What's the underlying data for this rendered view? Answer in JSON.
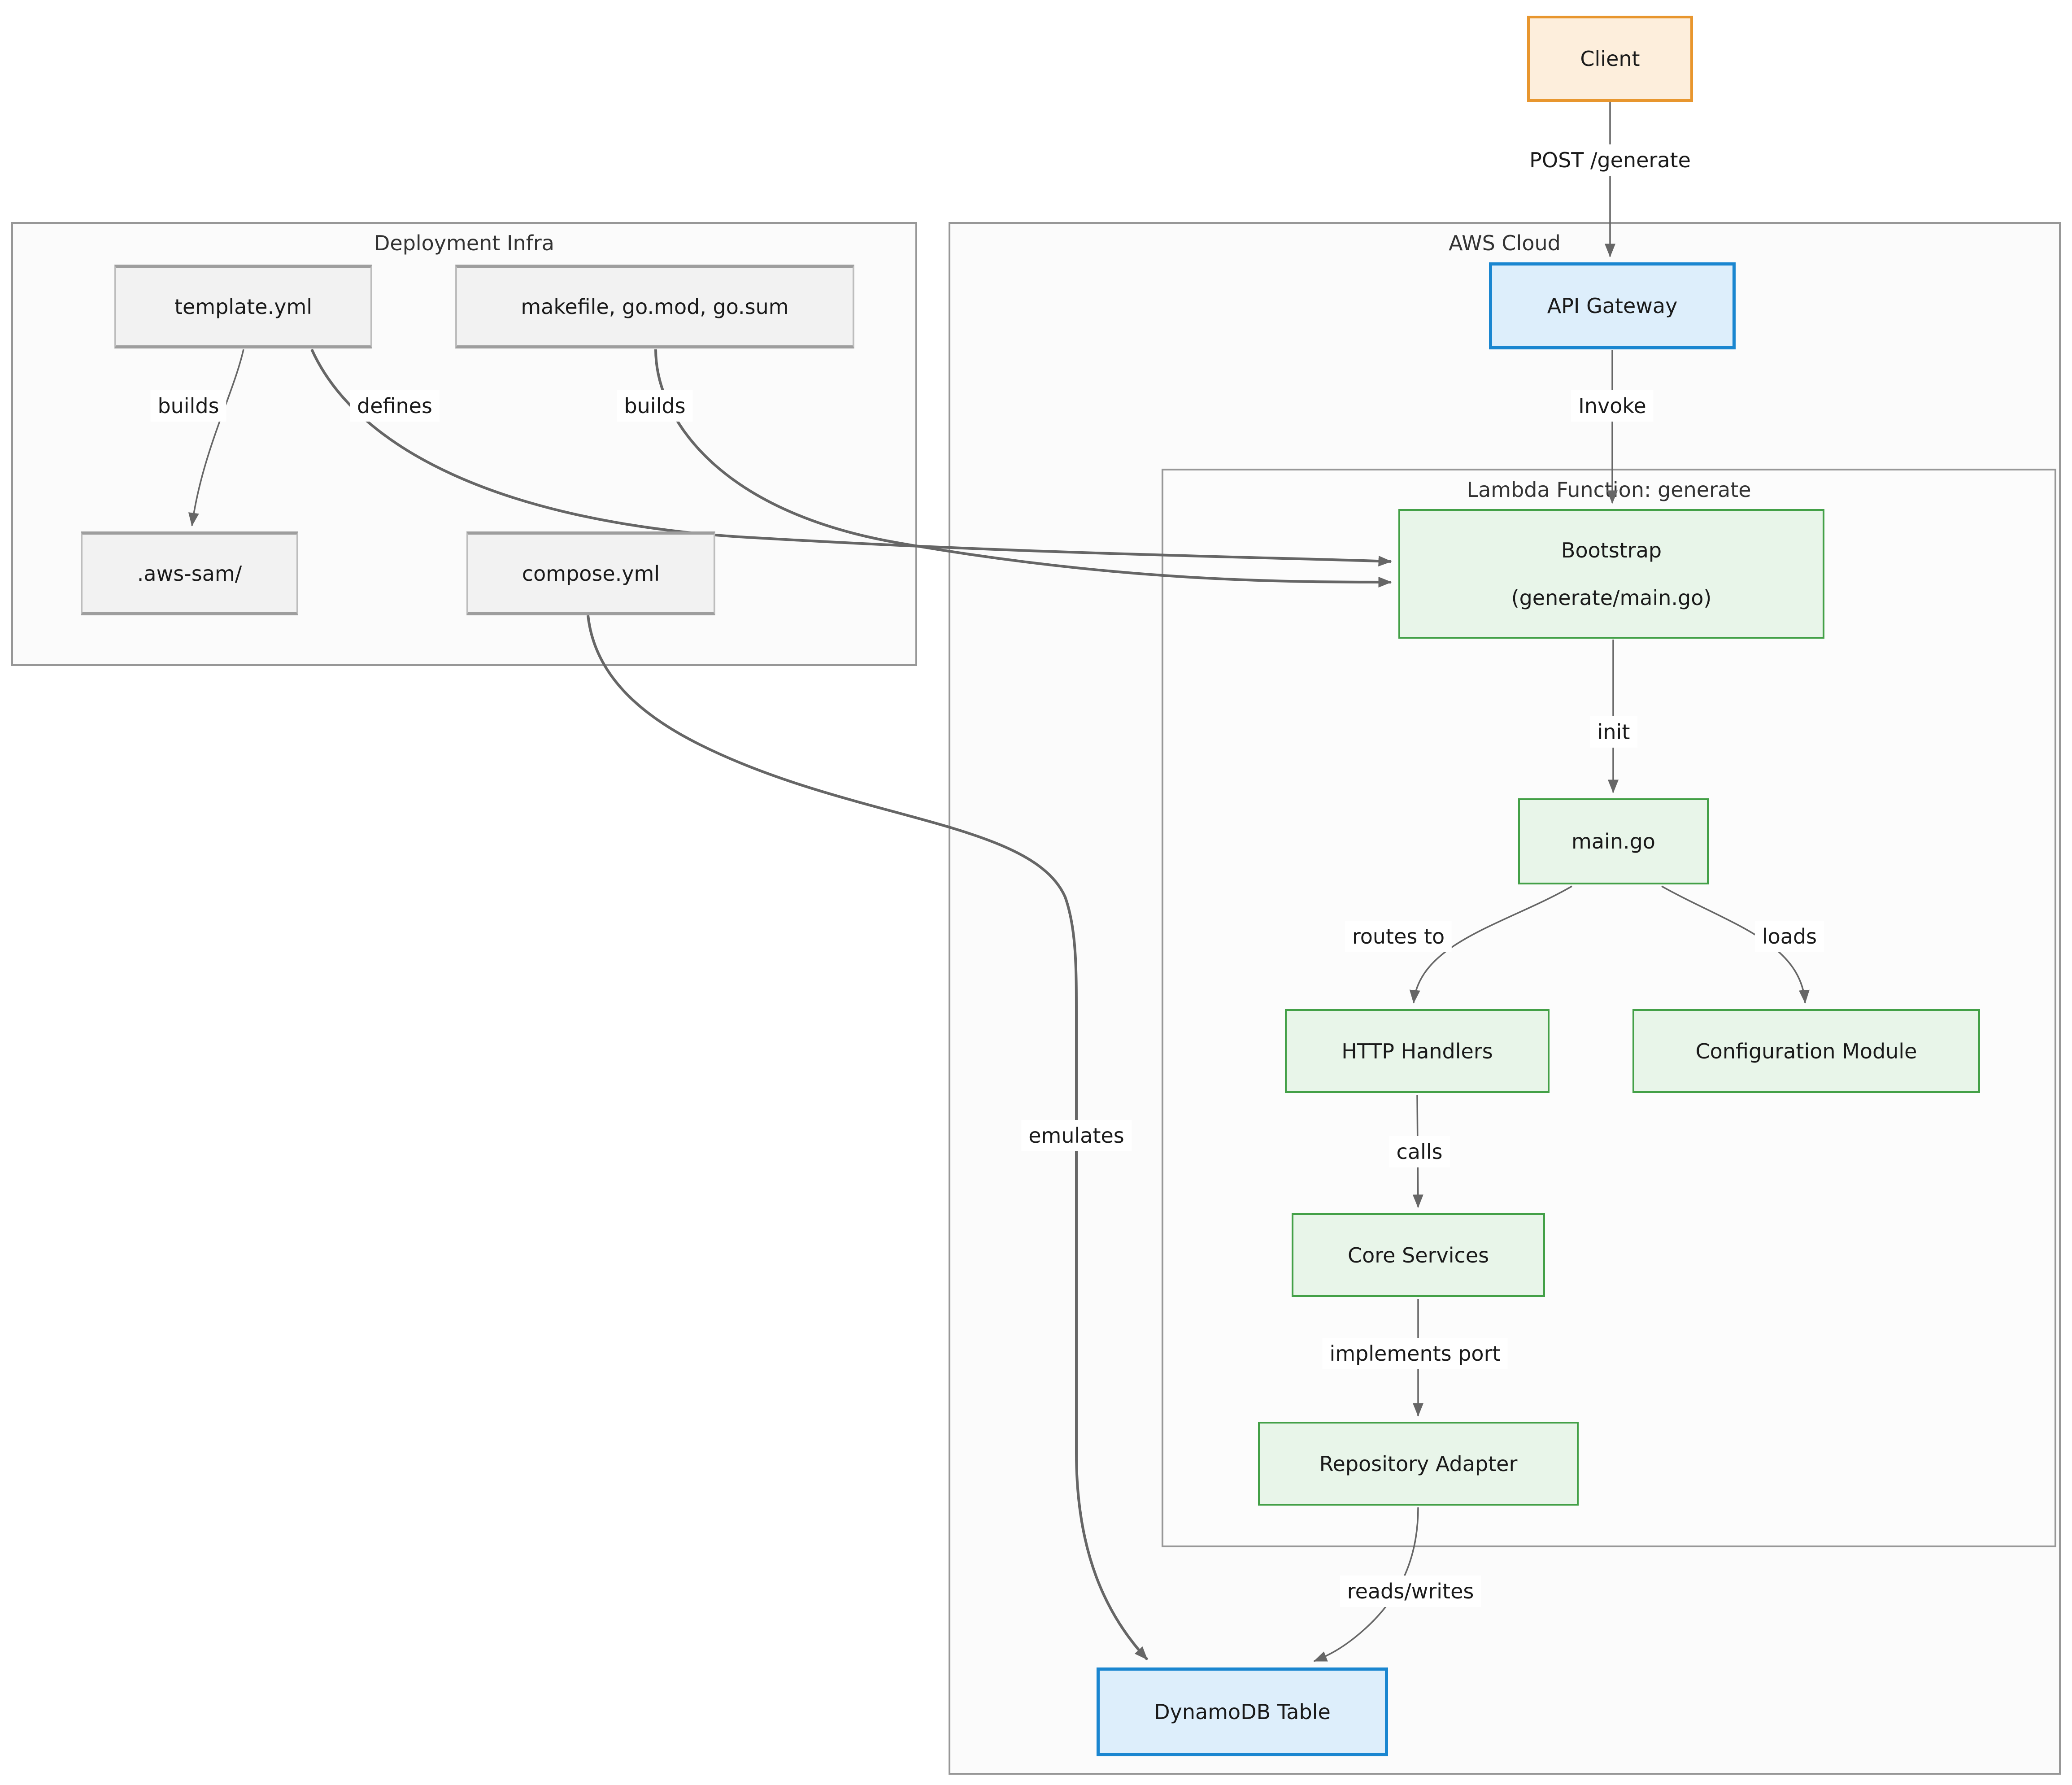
{
  "diagram": {
    "clusters": {
      "deployment_infra": {
        "title": "Deployment Infra"
      },
      "aws_cloud": {
        "title": "AWS Cloud"
      },
      "lambda_fn": {
        "title": "Lambda Function: generate"
      }
    },
    "nodes": {
      "client": {
        "label": "Client"
      },
      "template_yml": {
        "label": "template.yml"
      },
      "makefile": {
        "label": "makefile, go.mod, go.sum"
      },
      "aws_sam": {
        "label": ".aws-sam/"
      },
      "compose_yml": {
        "label": "compose.yml"
      },
      "api_gateway": {
        "label": "API Gateway"
      },
      "bootstrap": {
        "label_line1": "Bootstrap",
        "label_line2": "(generate/main.go)"
      },
      "main_go": {
        "label": "main.go"
      },
      "http_handlers": {
        "label": "HTTP Handlers"
      },
      "config_module": {
        "label": "Configuration Module"
      },
      "core_services": {
        "label": "Core Services"
      },
      "repo_adapter": {
        "label": "Repository Adapter"
      },
      "dynamodb": {
        "label": "DynamoDB Table"
      }
    },
    "edge_labels": {
      "post_generate": "POST /generate",
      "builds_sam": "builds",
      "defines": "defines",
      "builds_bootstrap": "builds",
      "invoke": "Invoke",
      "init": "init",
      "routes_to": "routes to",
      "loads": "loads",
      "calls": "calls",
      "implements_port": "implements port",
      "reads_writes": "reads/writes",
      "emulates": "emulates"
    },
    "colors": {
      "edge": "#666666",
      "text": "#1a1a1a",
      "label_bg": "#ffffff",
      "cluster_fill": "#fbfbfb",
      "cluster_border": "#979797",
      "cluster_title": "#333333",
      "node_gray_fill": "#f2f2f2",
      "node_gray_border": "#bdbdbd",
      "node_gray_border_strong": "#9e9e9e",
      "node_green_fill": "#e8f5e9",
      "node_green_border": "#43a047",
      "node_blue_fill": "#ddeefb",
      "node_blue_border": "#1a86d0",
      "node_orange_fill": "#fdeedc",
      "node_orange_border": "#e8962e"
    }
  }
}
